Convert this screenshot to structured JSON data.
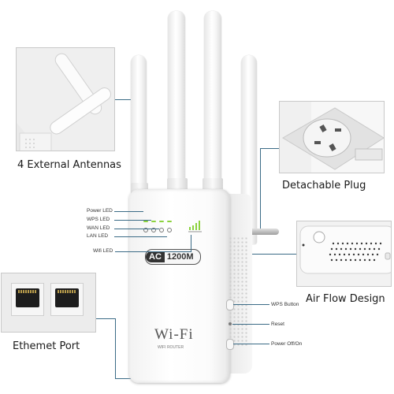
{
  "callouts": {
    "antennas": "4 External Antennas",
    "plug": "Detachable Plug",
    "airflow": "Air Flow Design",
    "ethernet": "Ethemet Port"
  },
  "led_labels": [
    "Power LED",
    "WPS LED",
    "WAN LED",
    "LAN LED"
  ],
  "wifi_led_label": "Wifi LED",
  "side_labels": [
    "WPS Button",
    "Reset",
    "Power Off/On"
  ],
  "device": {
    "badge_ac": "AC",
    "badge_model": "1200M",
    "logo": "Wi-Fi",
    "logo_sub": "WIFI ROUTER"
  },
  "colors": {
    "leader_line": "#3b6b86",
    "led_green": "#8cd23e"
  }
}
